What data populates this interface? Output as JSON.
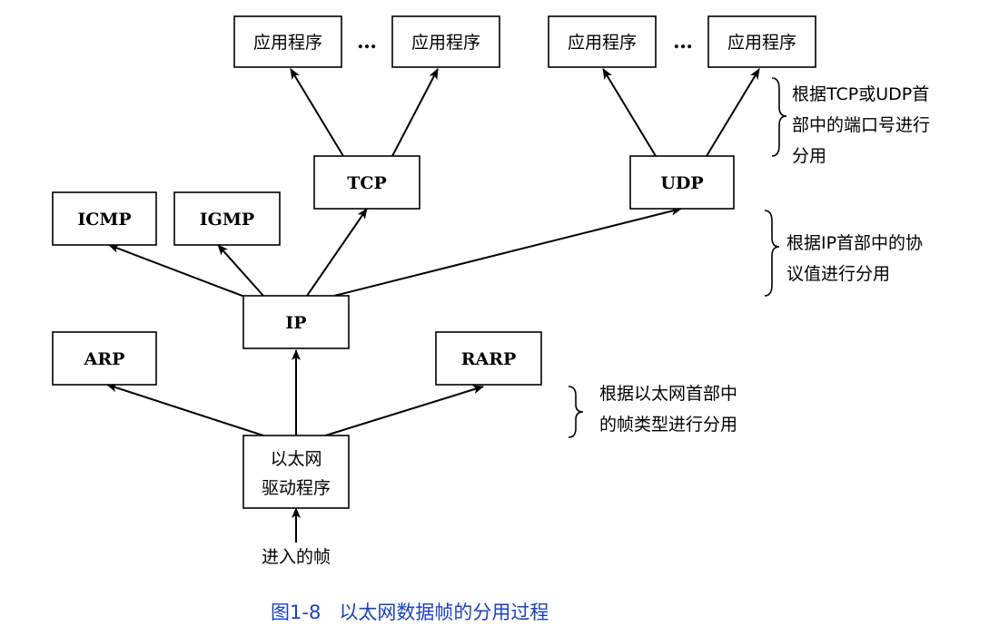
{
  "nodes": {
    "app1": "应用程序",
    "app2": "应用程序",
    "app3": "应用程序",
    "app4": "应用程序",
    "tcp": "TCP",
    "udp": "UDP",
    "icmp": "ICMP",
    "igmp": "IGMP",
    "ip": "IP",
    "arp": "ARP",
    "rarp": "RARP",
    "driver_line1": "以太网",
    "driver_line2": "驱动程序"
  },
  "ellipsis": "…",
  "input_label": "进入的帧",
  "notes": {
    "top": [
      "根据TCP或UDP首",
      "部中的端口号进行",
      "分用"
    ],
    "middle": [
      "根据IP首部中的协",
      "议值进行分用"
    ],
    "bottom": [
      "根据以太网首部中",
      "的帧类型进行分用"
    ]
  },
  "caption": "图1-8   以太网数据帧的分用过程",
  "colors": {
    "caption": "#1a3fc9",
    "line": "#000000"
  }
}
